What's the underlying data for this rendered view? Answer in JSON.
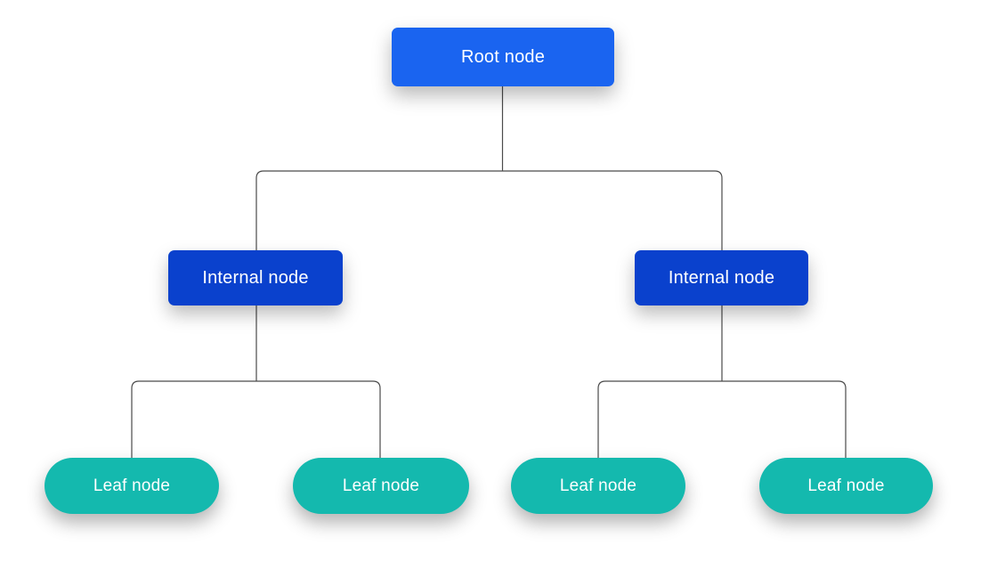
{
  "diagram": {
    "type": "tree",
    "tree": {
      "root": {
        "label": "Root node"
      },
      "internal": [
        {
          "label": "Internal node"
        },
        {
          "label": "Internal node"
        }
      ],
      "leaves": [
        {
          "label": "Leaf node"
        },
        {
          "label": "Leaf node"
        },
        {
          "label": "Leaf node"
        },
        {
          "label": "Leaf node"
        }
      ]
    },
    "colors": {
      "root_fill": "#1a64f0",
      "internal_fill": "#0a41cd",
      "leaf_fill": "#14b9ae",
      "node_text": "#ffffff",
      "connector": "#4a4a4a",
      "background": "#ffffff"
    }
  }
}
